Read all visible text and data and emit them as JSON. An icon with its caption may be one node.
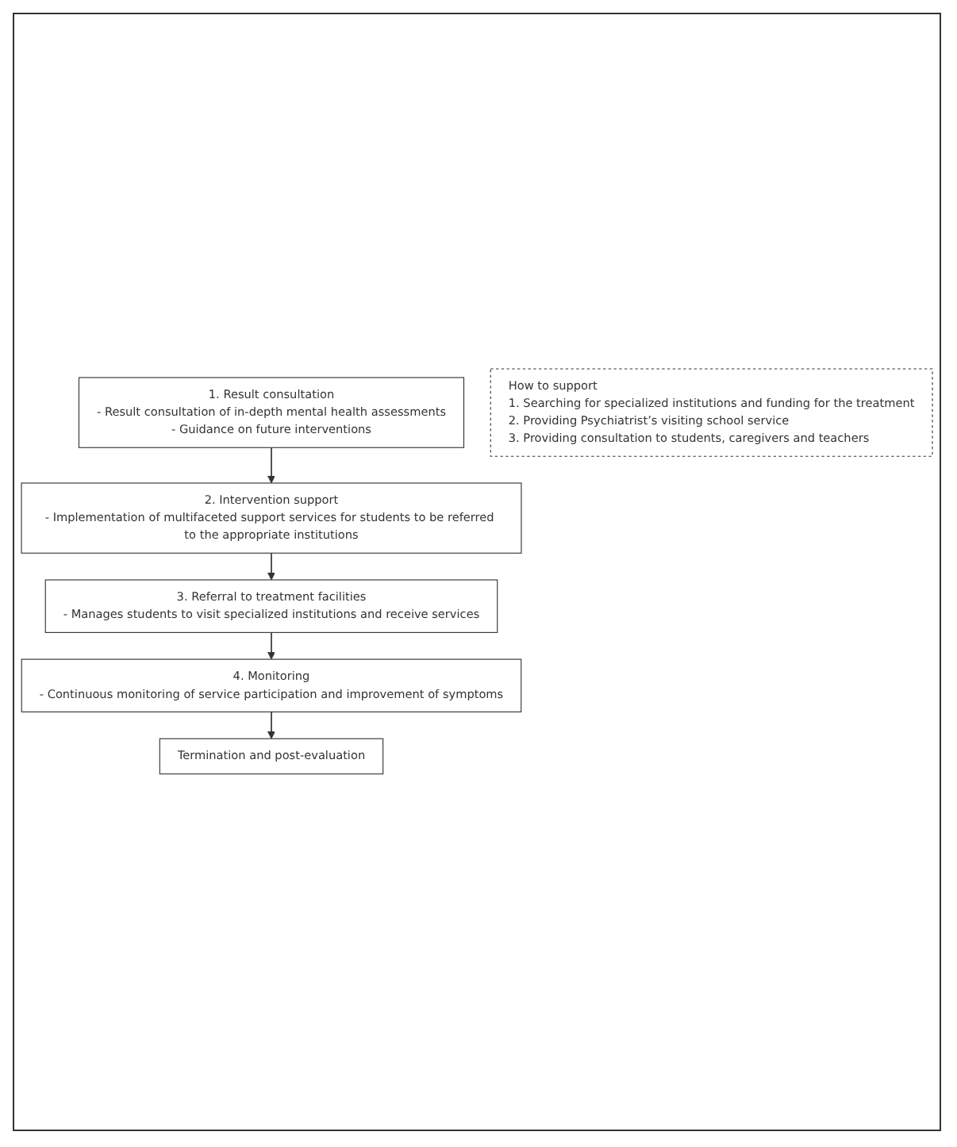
{
  "diagram": {
    "nodes": [
      {
        "text": [
          "1. Result consultation",
          "- Result consultation of in-depth mental health assessments",
          "- Guidance on future interventions"
        ]
      },
      {
        "text": [
          "2. Intervention support",
          "- Implementation of multifaceted support services for students to be referred to the appropriate institutions"
        ]
      },
      {
        "text": [
          "3. Referral to treatment facilities",
          "- Manages students to visit specialized institutions and receive services"
        ]
      },
      {
        "text": [
          "4. Monitoring",
          "- Continuous monitoring of service participation and improvement of symptoms"
        ]
      },
      {
        "text": [
          "Termination and post-evaluation"
        ]
      },
      {
        "text": [
          "How to support",
          "1. Searching for specialized institutions and funding for the treatment",
          "2. Providing Psychiatrist’s visiting school service",
          "3. Providing consultation to students, caregivers and teachers"
        ]
      }
    ],
    "edges": [
      {
        "from": 0,
        "to": 1,
        "arrow": "to"
      },
      {
        "from": 1,
        "to": 2,
        "arrow": "to"
      },
      {
        "from": 2,
        "to": 3,
        "arrow": "to"
      },
      {
        "from": 3,
        "to": 4,
        "arrow": "to"
      }
    ]
  }
}
